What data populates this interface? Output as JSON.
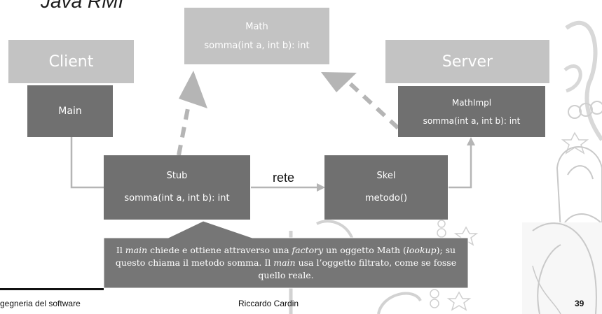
{
  "slide": {
    "title": "Java RMI"
  },
  "diagram": {
    "math": {
      "name": "Math",
      "method": "somma(int a, int b): int"
    },
    "client": {
      "name": "Client",
      "inner": "Main"
    },
    "server": {
      "name": "Server",
      "inner_name": "MathImpl",
      "inner_method": "somma(int a, int b): int"
    },
    "stub": {
      "name": "Stub",
      "method": "somma(int a, int b): int"
    },
    "skel": {
      "name": "Skel",
      "method": "metodo()"
    },
    "link_label": "rete"
  },
  "callout": {
    "p1_a": "Il ",
    "p1_main": "main",
    "p1_b": " chiede e ottiene attraverso una ",
    "p1_factory": "factory",
    "p1_c": " un oggetto Math (",
    "p1_lookup": "lookup",
    "p1_d": "); su questo chiama il metodo somma. Il ",
    "p1_main2": "main",
    "p1_e": " usa l’oggetto filtrato, come se fosse quello reale."
  },
  "footer": {
    "left": "gegneria del software",
    "center": "Riccardo Cardin",
    "page": "39"
  },
  "colors": {
    "light_box": "#c3c3c3",
    "dark_box": "#707070",
    "arrow": "#b5b5b5",
    "callout": "#767676"
  }
}
